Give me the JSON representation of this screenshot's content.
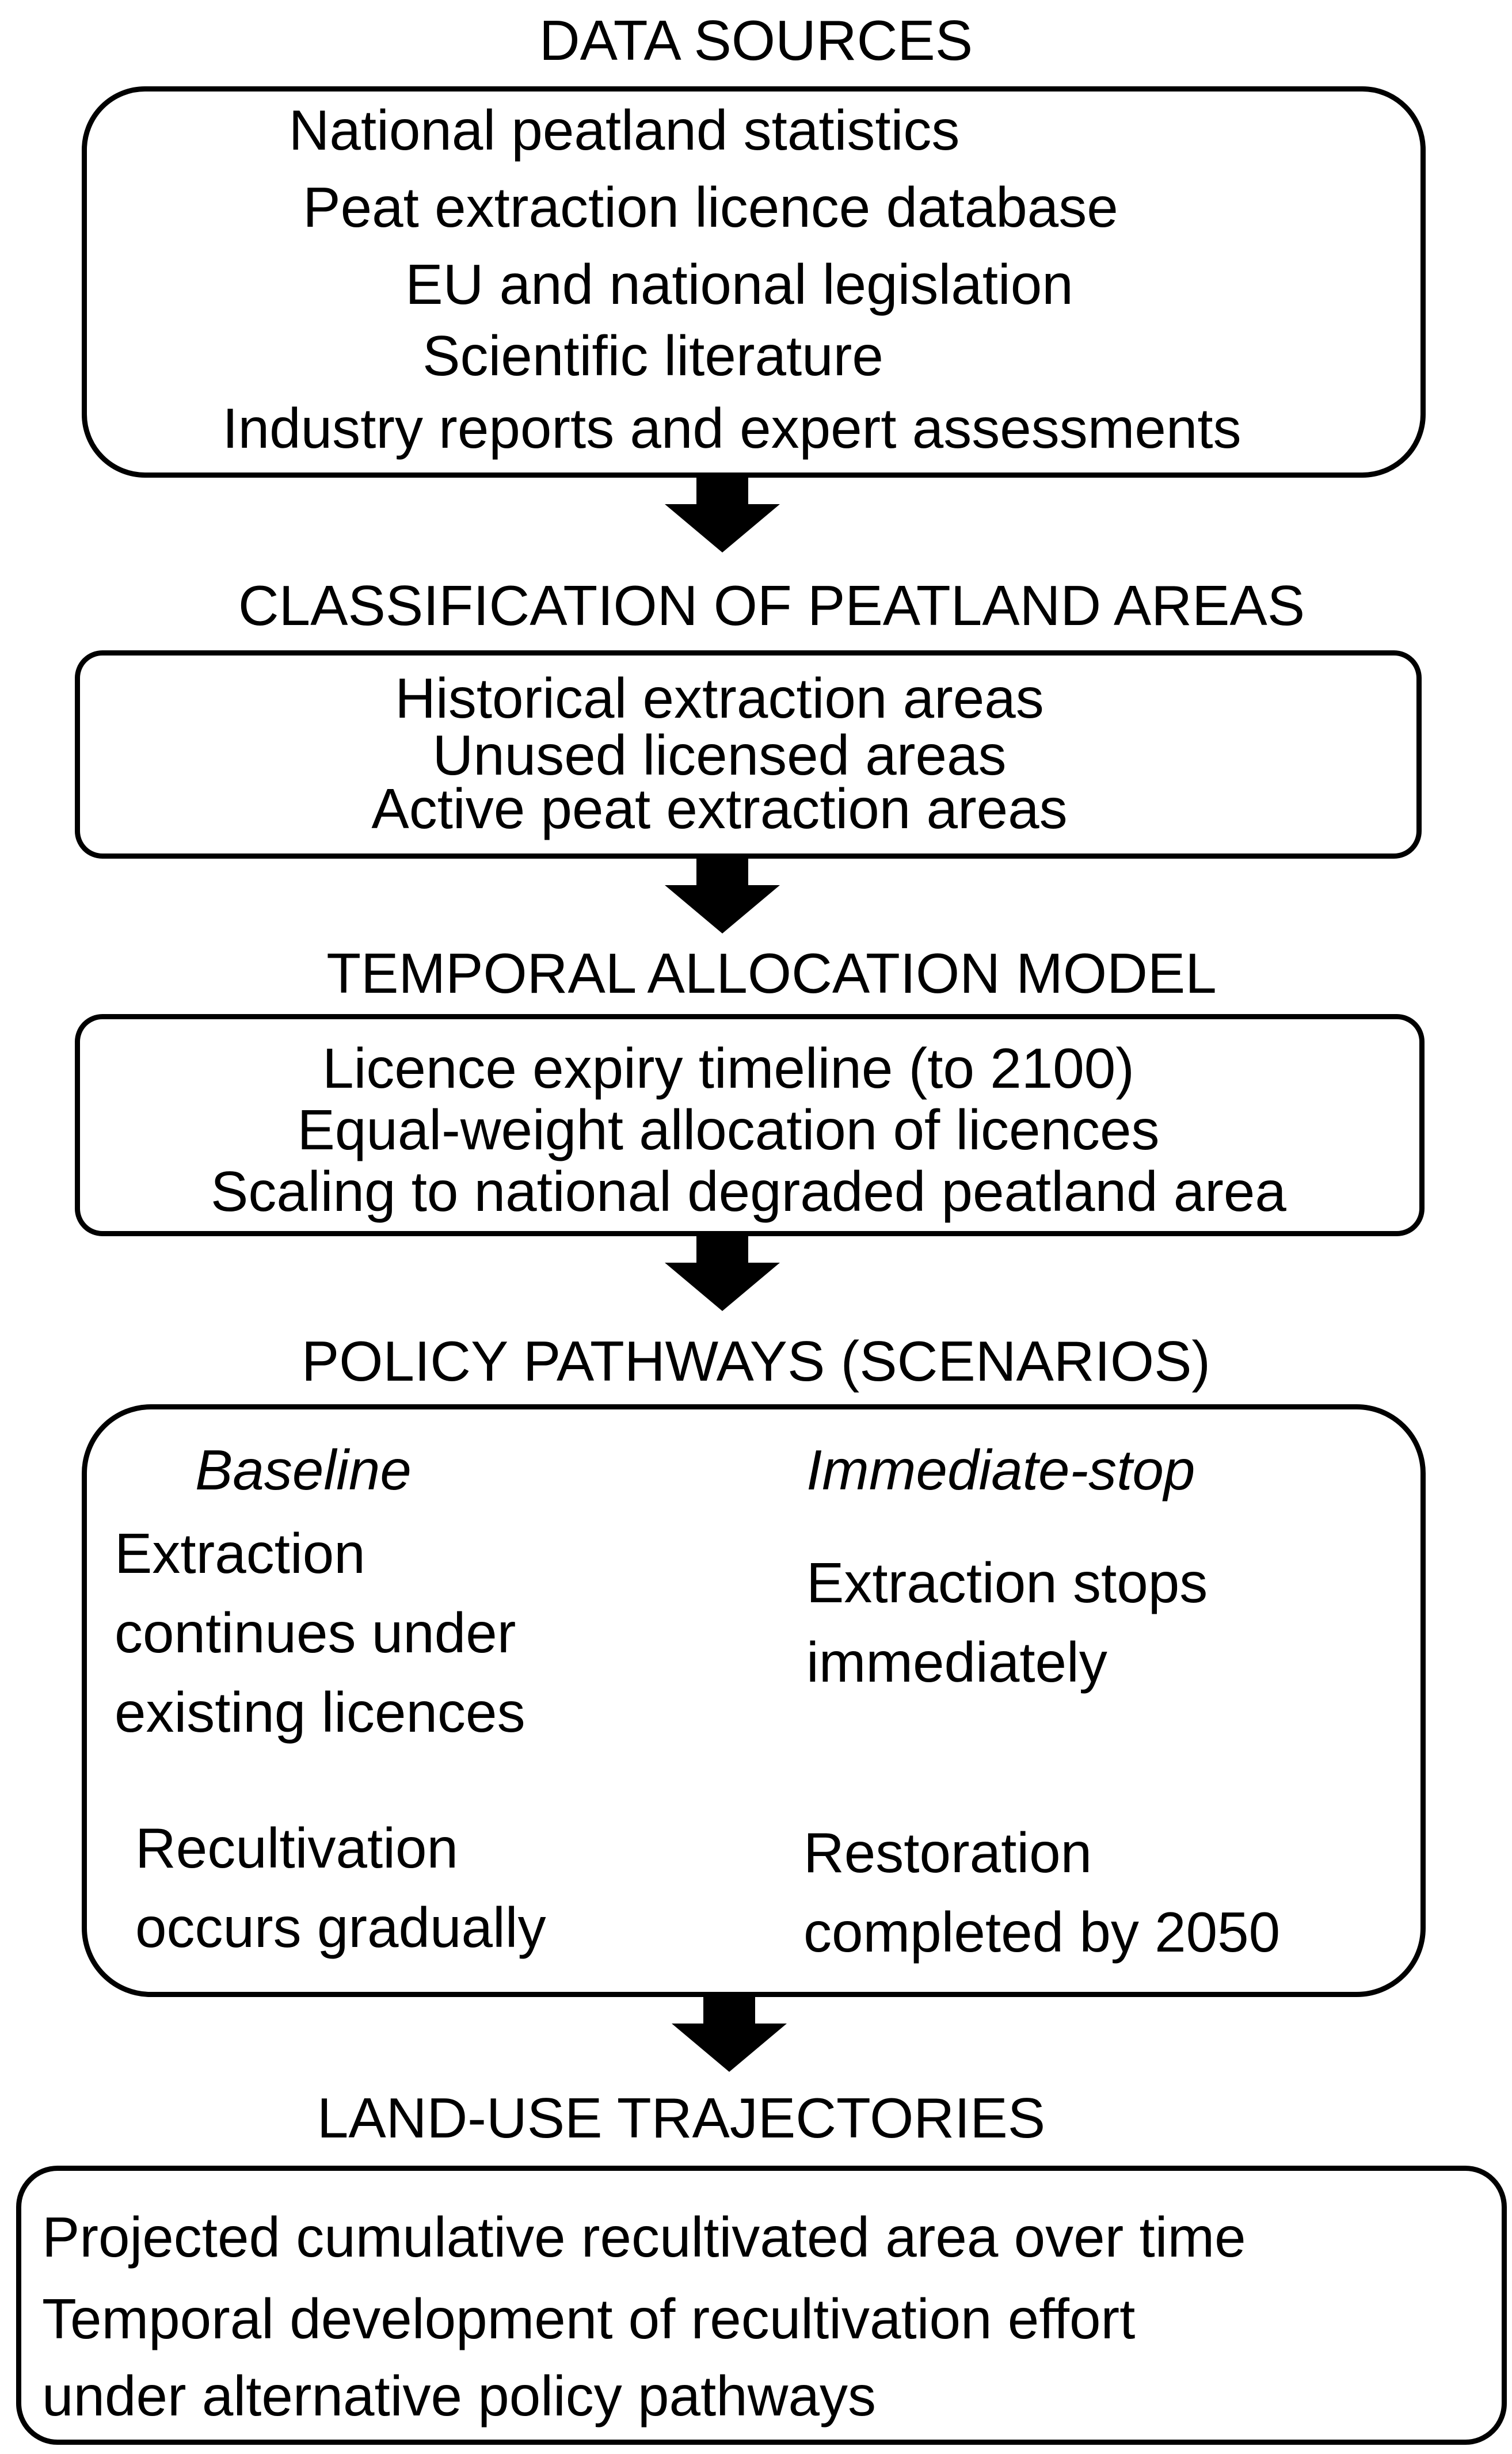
{
  "stages": [
    {
      "heading": "DATA SOURCES",
      "lines": [
        "National peatland statistics",
        "Peat extraction licence database",
        "EU and national legislation",
        "Scientific literature",
        "Industry reports and expert assessments"
      ]
    },
    {
      "heading": "CLASSIFICATION OF PEATLAND AREAS",
      "lines": [
        "Historical extraction areas",
        "Unused licensed areas",
        "Active peat extraction areas"
      ]
    },
    {
      "heading": "TEMPORAL ALLOCATION MODEL",
      "lines": [
        "Licence expiry timeline (to 2100)",
        "Equal-weight allocation of licences",
        "Scaling to national degraded peatland area"
      ]
    },
    {
      "heading": "POLICY PATHWAYS (SCENARIOS)",
      "baseline": {
        "title": "Baseline",
        "extraction": [
          "Extraction",
          "continues under",
          "existing licences"
        ],
        "recultivation": [
          "Recultivation",
          "occurs gradually"
        ]
      },
      "immediate_stop": {
        "title": "Immediate-stop",
        "extraction": [
          "Extraction stops",
          "immediately"
        ],
        "restoration": [
          "Restoration",
          "completed by 2050"
        ]
      }
    },
    {
      "heading": "LAND-USE TRAJECTORIES",
      "lines": [
        "Projected cumulative recultivated area over time",
        "Temporal development of recultivation effort",
        "under alternative policy pathways"
      ]
    }
  ],
  "colors": {
    "stroke": "#000000",
    "background": "#ffffff"
  }
}
